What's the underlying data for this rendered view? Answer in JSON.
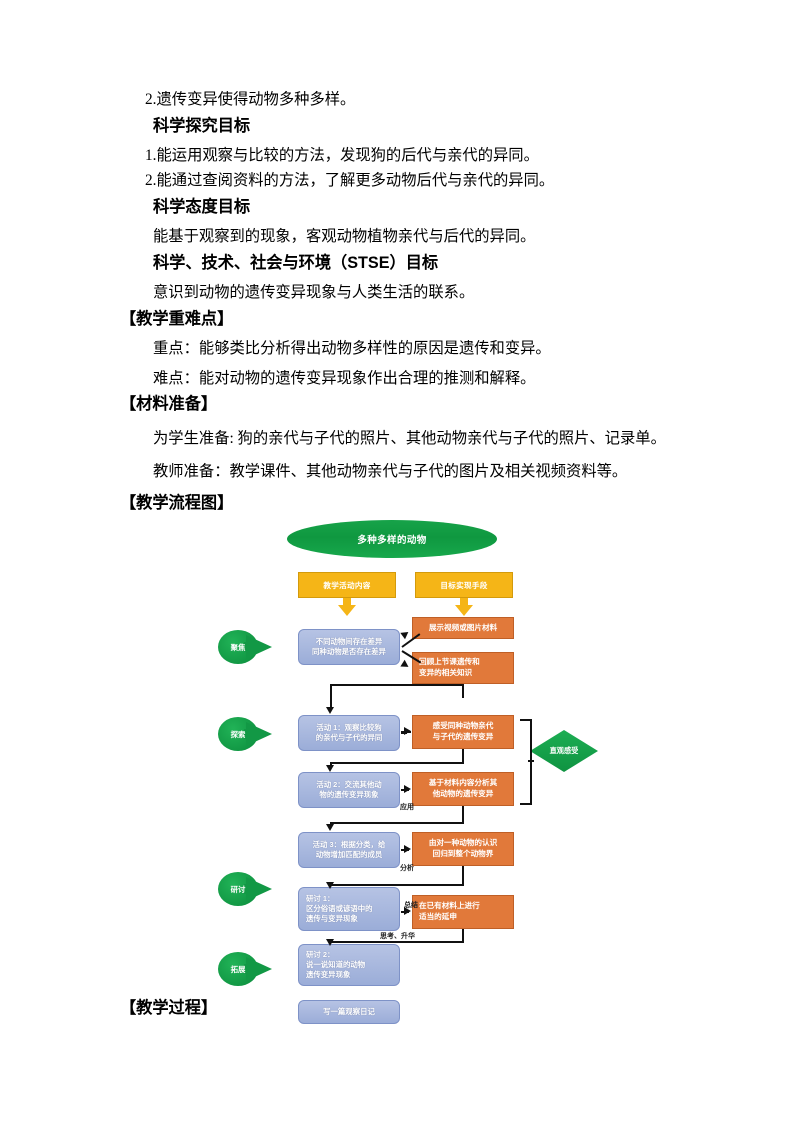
{
  "document": {
    "body_lines": [
      {
        "id": "l1",
        "text": "2.遗传变异使得动物多种多样。",
        "style": "plain",
        "indent": "indent1"
      },
      {
        "id": "l2",
        "text": "科学探究目标",
        "style": "bold",
        "indent": "indent-hd"
      },
      {
        "id": "l3",
        "text": "1.能运用观察与比较的方法，发现狗的后代与亲代的异同。",
        "style": "plain",
        "indent": "indent1"
      },
      {
        "id": "l4",
        "text": "2.能通过查阅资料的方法，了解更多动物后代与亲代的异同。",
        "style": "plain",
        "indent": "indent1"
      },
      {
        "id": "l5",
        "text": "科学态度目标",
        "style": "bold",
        "indent": "indent-hd"
      },
      {
        "id": "l6",
        "text": "能基于观察到的现象，客观动物植物亲代与后代的异同。",
        "style": "plain",
        "indent": "indent2"
      },
      {
        "id": "l7",
        "text": "科学、技术、社会与环境（STSE）目标",
        "style": "bold",
        "indent": "indent-hd"
      },
      {
        "id": "l8",
        "text": "意识到动物的遗传变异现象与人类生活的联系。",
        "style": "plain",
        "indent": "indent2"
      },
      {
        "id": "l9",
        "text": "【教学重难点】",
        "style": "bracket",
        "indent": ""
      },
      {
        "id": "l10",
        "text": "重点：能够类比分析得出动物多样性的原因是遗传和变异。",
        "style": "plain",
        "indent": "indent2"
      },
      {
        "id": "l11",
        "text": "难点：能对动物的遗传变异现象作出合理的推测和解释。",
        "style": "plain",
        "indent": "indent2"
      },
      {
        "id": "l12",
        "text": "【材料准备】",
        "style": "bracket",
        "indent": ""
      },
      {
        "id": "l13",
        "text": "为学生准备: 狗的亲代与子代的照片、其他动物亲代与子代的照片、记录单。",
        "style": "plain",
        "indent": "indent2"
      },
      {
        "id": "l14",
        "text": "教师准备：教学课件、其他动物亲代与子代的图片及相关视频资料等。",
        "style": "plain",
        "indent": "indent2"
      },
      {
        "id": "l15",
        "text": "【教学流程图】",
        "style": "bracket",
        "indent": ""
      }
    ],
    "final_heading": "【教学过程】"
  },
  "flowchart": {
    "title": "多种多样的动物",
    "column_headers": {
      "left": "教学活动内容",
      "right": "目标实现手段"
    },
    "stages": [
      {
        "id": "stage-focus",
        "label": "聚焦"
      },
      {
        "id": "stage-explore",
        "label": "探索"
      },
      {
        "id": "stage-discuss",
        "label": "研讨"
      },
      {
        "id": "stage-extend",
        "label": "拓展"
      }
    ],
    "diamond": {
      "label": "直观感受"
    },
    "activity_boxes": [
      {
        "id": "box-focus-question",
        "line1": "不同动物间存在差异",
        "line2": "同种动物是否存在差异"
      },
      {
        "id": "box-activity-1",
        "line1": "活动 1：观察比较狗",
        "line2": "的亲代与子代的异同"
      },
      {
        "id": "box-activity-2",
        "line1": "活动 2：交流其他动",
        "line2": "物的遗传变异现象"
      },
      {
        "id": "box-activity-3",
        "line1": "活动 3：根据分类，给",
        "line2": "动物增加匹配的成员"
      },
      {
        "id": "box-discuss-1",
        "line1": "研讨 1：",
        "line2": "区分俗语或谚语中的",
        "line3": "遗传与变异现象"
      },
      {
        "id": "box-discuss-2",
        "line1": "研讨 2：",
        "line2": "说一说知道的动物",
        "line3": "遗传变异现象"
      },
      {
        "id": "box-extend",
        "line1": "写一篇观察日记"
      }
    ],
    "means_boxes": [
      {
        "id": "means-show-media",
        "line1": "展示视频或图片材料"
      },
      {
        "id": "means-review",
        "line1": "回顾上节课遗传和",
        "line2": "变异的相关知识"
      },
      {
        "id": "means-feel",
        "line1": "感受同种动物亲代",
        "line2": "与子代的遗传变异"
      },
      {
        "id": "means-analyze",
        "line1": "基于材料内容分析其",
        "line2": "他动物的遗传变异"
      },
      {
        "id": "means-whole",
        "line1": "由对一种动物的认识",
        "line2": "回归到整个动物界"
      },
      {
        "id": "means-extend",
        "line1": "在已有材料上进行",
        "line2": "适当的延申"
      }
    ],
    "connector_labels": [
      {
        "id": "conn-apply",
        "text": "应用"
      },
      {
        "id": "conn-analyze",
        "text": "分析"
      },
      {
        "id": "conn-summary",
        "text": "总结"
      },
      {
        "id": "conn-elevate",
        "text": "思考、升华"
      }
    ],
    "colors": {
      "green": "#0f9341",
      "yellow": "#f5b517",
      "orange": "#e1793a",
      "blue": "#9badd8"
    }
  }
}
